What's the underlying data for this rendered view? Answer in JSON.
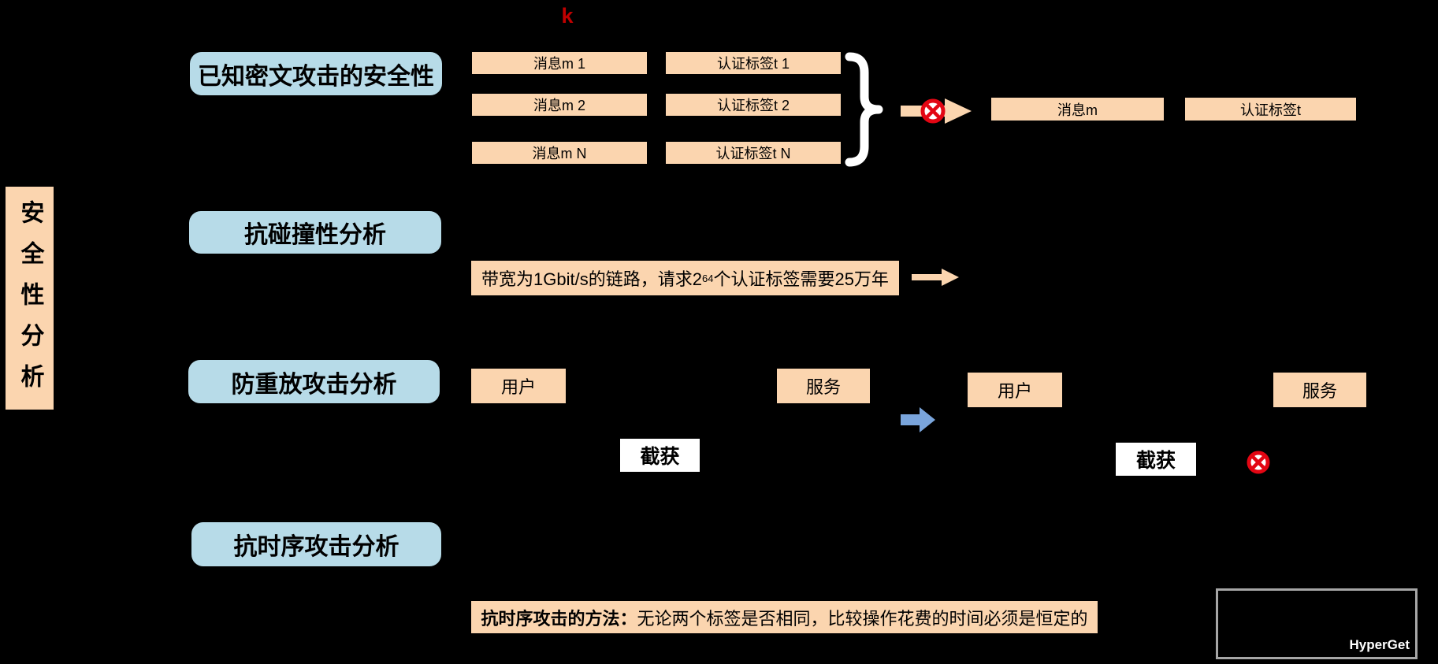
{
  "title_vertical": "安全性分析",
  "sections": {
    "known_ciphertext": "已知密文攻击的安全性",
    "collision": "抗碰撞性分析",
    "replay": "防重放攻击分析",
    "timing": "抗时序攻击分析"
  },
  "known_ciphertext": {
    "key": "k",
    "messages": [
      "消息m 1",
      "消息m 2",
      "消息m N"
    ],
    "tags": [
      "认证标签t 1",
      "认证标签t 2",
      "认证标签t N"
    ],
    "output_message": "消息m",
    "output_tag": "认证标签t"
  },
  "collision": {
    "statement_prefix": "带宽为1Gbit/s的链路，请求2",
    "statement_exponent": "64",
    "statement_suffix": "个认证标签需要25万年"
  },
  "replay": {
    "left": {
      "user": "用户",
      "service": "服务",
      "intercept": "截获"
    },
    "right": {
      "user": "用户",
      "service": "服务",
      "intercept": "截获"
    }
  },
  "timing": {
    "method_label": "抗时序攻击的方法：",
    "method_text": "无论两个标签是否相同，比较操作花费的时间必须是恒定的"
  },
  "watermark": "HyperGet",
  "colors": {
    "background": "#000000",
    "peach_box": "#FBD5AF",
    "blue_box": "#B7DBE8",
    "blue_arrow": "#7AA5DC",
    "red_cross": "#E30613",
    "key_red": "#C00000",
    "white_box": "#FFFFFF",
    "frame_border": "#A6A6A6"
  }
}
